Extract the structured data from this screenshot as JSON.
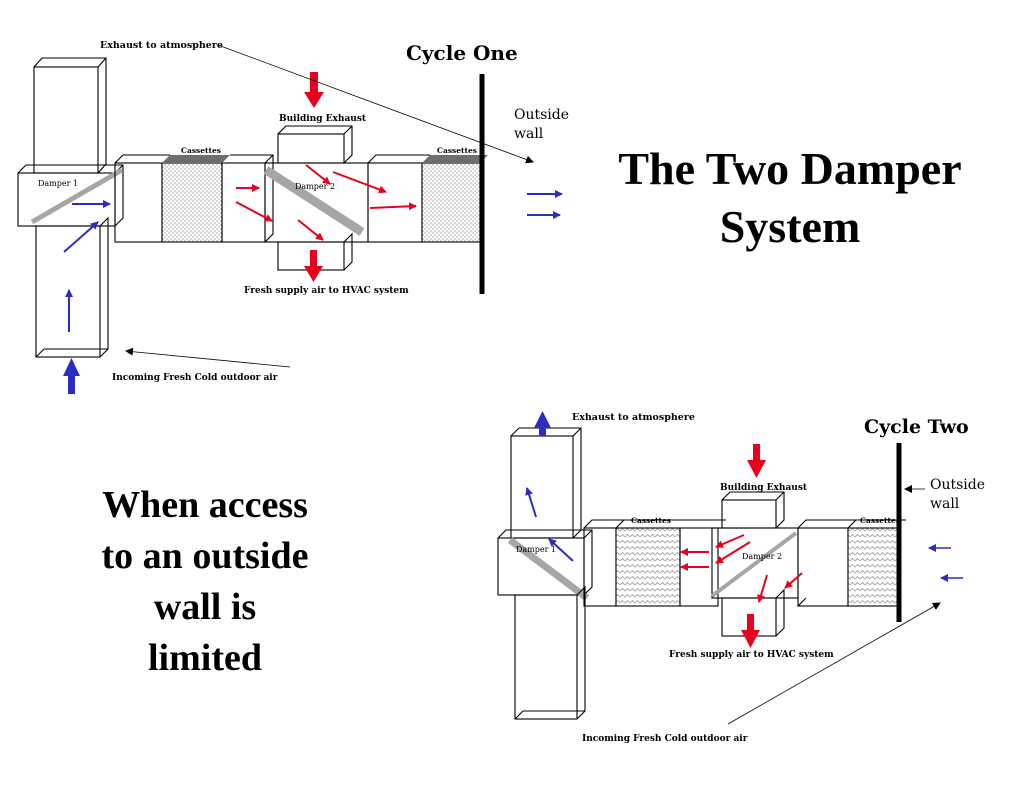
{
  "title": {
    "line1": "The Two Damper",
    "line2": "System"
  },
  "subtitle": {
    "line1": "When access",
    "line2": "to an outside",
    "line3": "wall is",
    "line4": "limited"
  },
  "cycle_one": {
    "heading": "Cycle One",
    "exhaust_label": "Exhaust to atmosphere",
    "outside_wall_line1": "Outside",
    "outside_wall_line2": "wall",
    "cassettes_left": "Cassettes",
    "cassettes_right": "Cassettes",
    "building_exhaust": "Building Exhaust",
    "damper1": "Damper 1",
    "damper2": "Damper 2",
    "fresh_supply": "Fresh supply air to HVAC system",
    "incoming": "Incoming Fresh Cold outdoor air"
  },
  "cycle_two": {
    "heading": "Cycle Two",
    "exhaust_label": "Exhaust to atmosphere",
    "outside_wall_line1": "Outside",
    "outside_wall_line2": "wall",
    "cassettes_left": "Cassettes",
    "cassettes_right": "Cassettes",
    "building_exhaust": "Building Exhaust",
    "damper1": "Damper 1",
    "damper2": "Damper 2",
    "fresh_supply": "Fresh supply air  to HVAC system",
    "incoming": "Incoming Fresh Cold outdoor air"
  },
  "colors": {
    "exhaust_arrow": "#e8001c",
    "fresh_arrow": "#2c2cc0",
    "damper": "#a6a6a6",
    "cassette_bar": "#6e6e6e"
  }
}
